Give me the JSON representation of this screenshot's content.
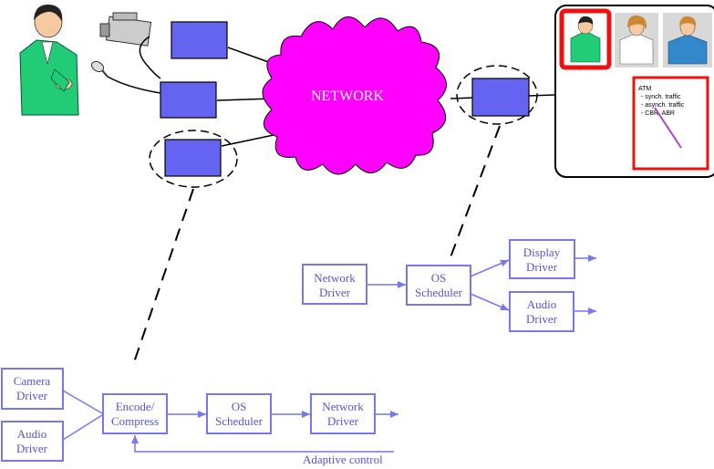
{
  "network": {
    "label": "NETWORK",
    "color": "#ff00ff"
  },
  "receiver_panel": {
    "notes": [
      "ATM",
      "- synch. traffic",
      "- asynch. traffic",
      "- CBR, ABR"
    ]
  },
  "sender_pipeline": {
    "camera_driver": [
      "Camera",
      "Driver"
    ],
    "audio_driver": [
      "Audio",
      "Driver"
    ],
    "encode": [
      "Encode/",
      "Compress"
    ],
    "os_scheduler": [
      "OS",
      "Scheduler"
    ],
    "network_driver": [
      "Network",
      "Driver"
    ],
    "adaptive_control": "Adaptive control"
  },
  "receiver_pipeline": {
    "network_driver": [
      "Network",
      "Driver"
    ],
    "os_scheduler": [
      "OS",
      "Scheduler"
    ],
    "display_driver": [
      "Display",
      "Driver"
    ],
    "audio_driver": [
      "Audio",
      "Driver"
    ]
  },
  "colors": {
    "pipeline": "#7777ee",
    "node": "#6464f0",
    "highlight": "#ee1111"
  }
}
